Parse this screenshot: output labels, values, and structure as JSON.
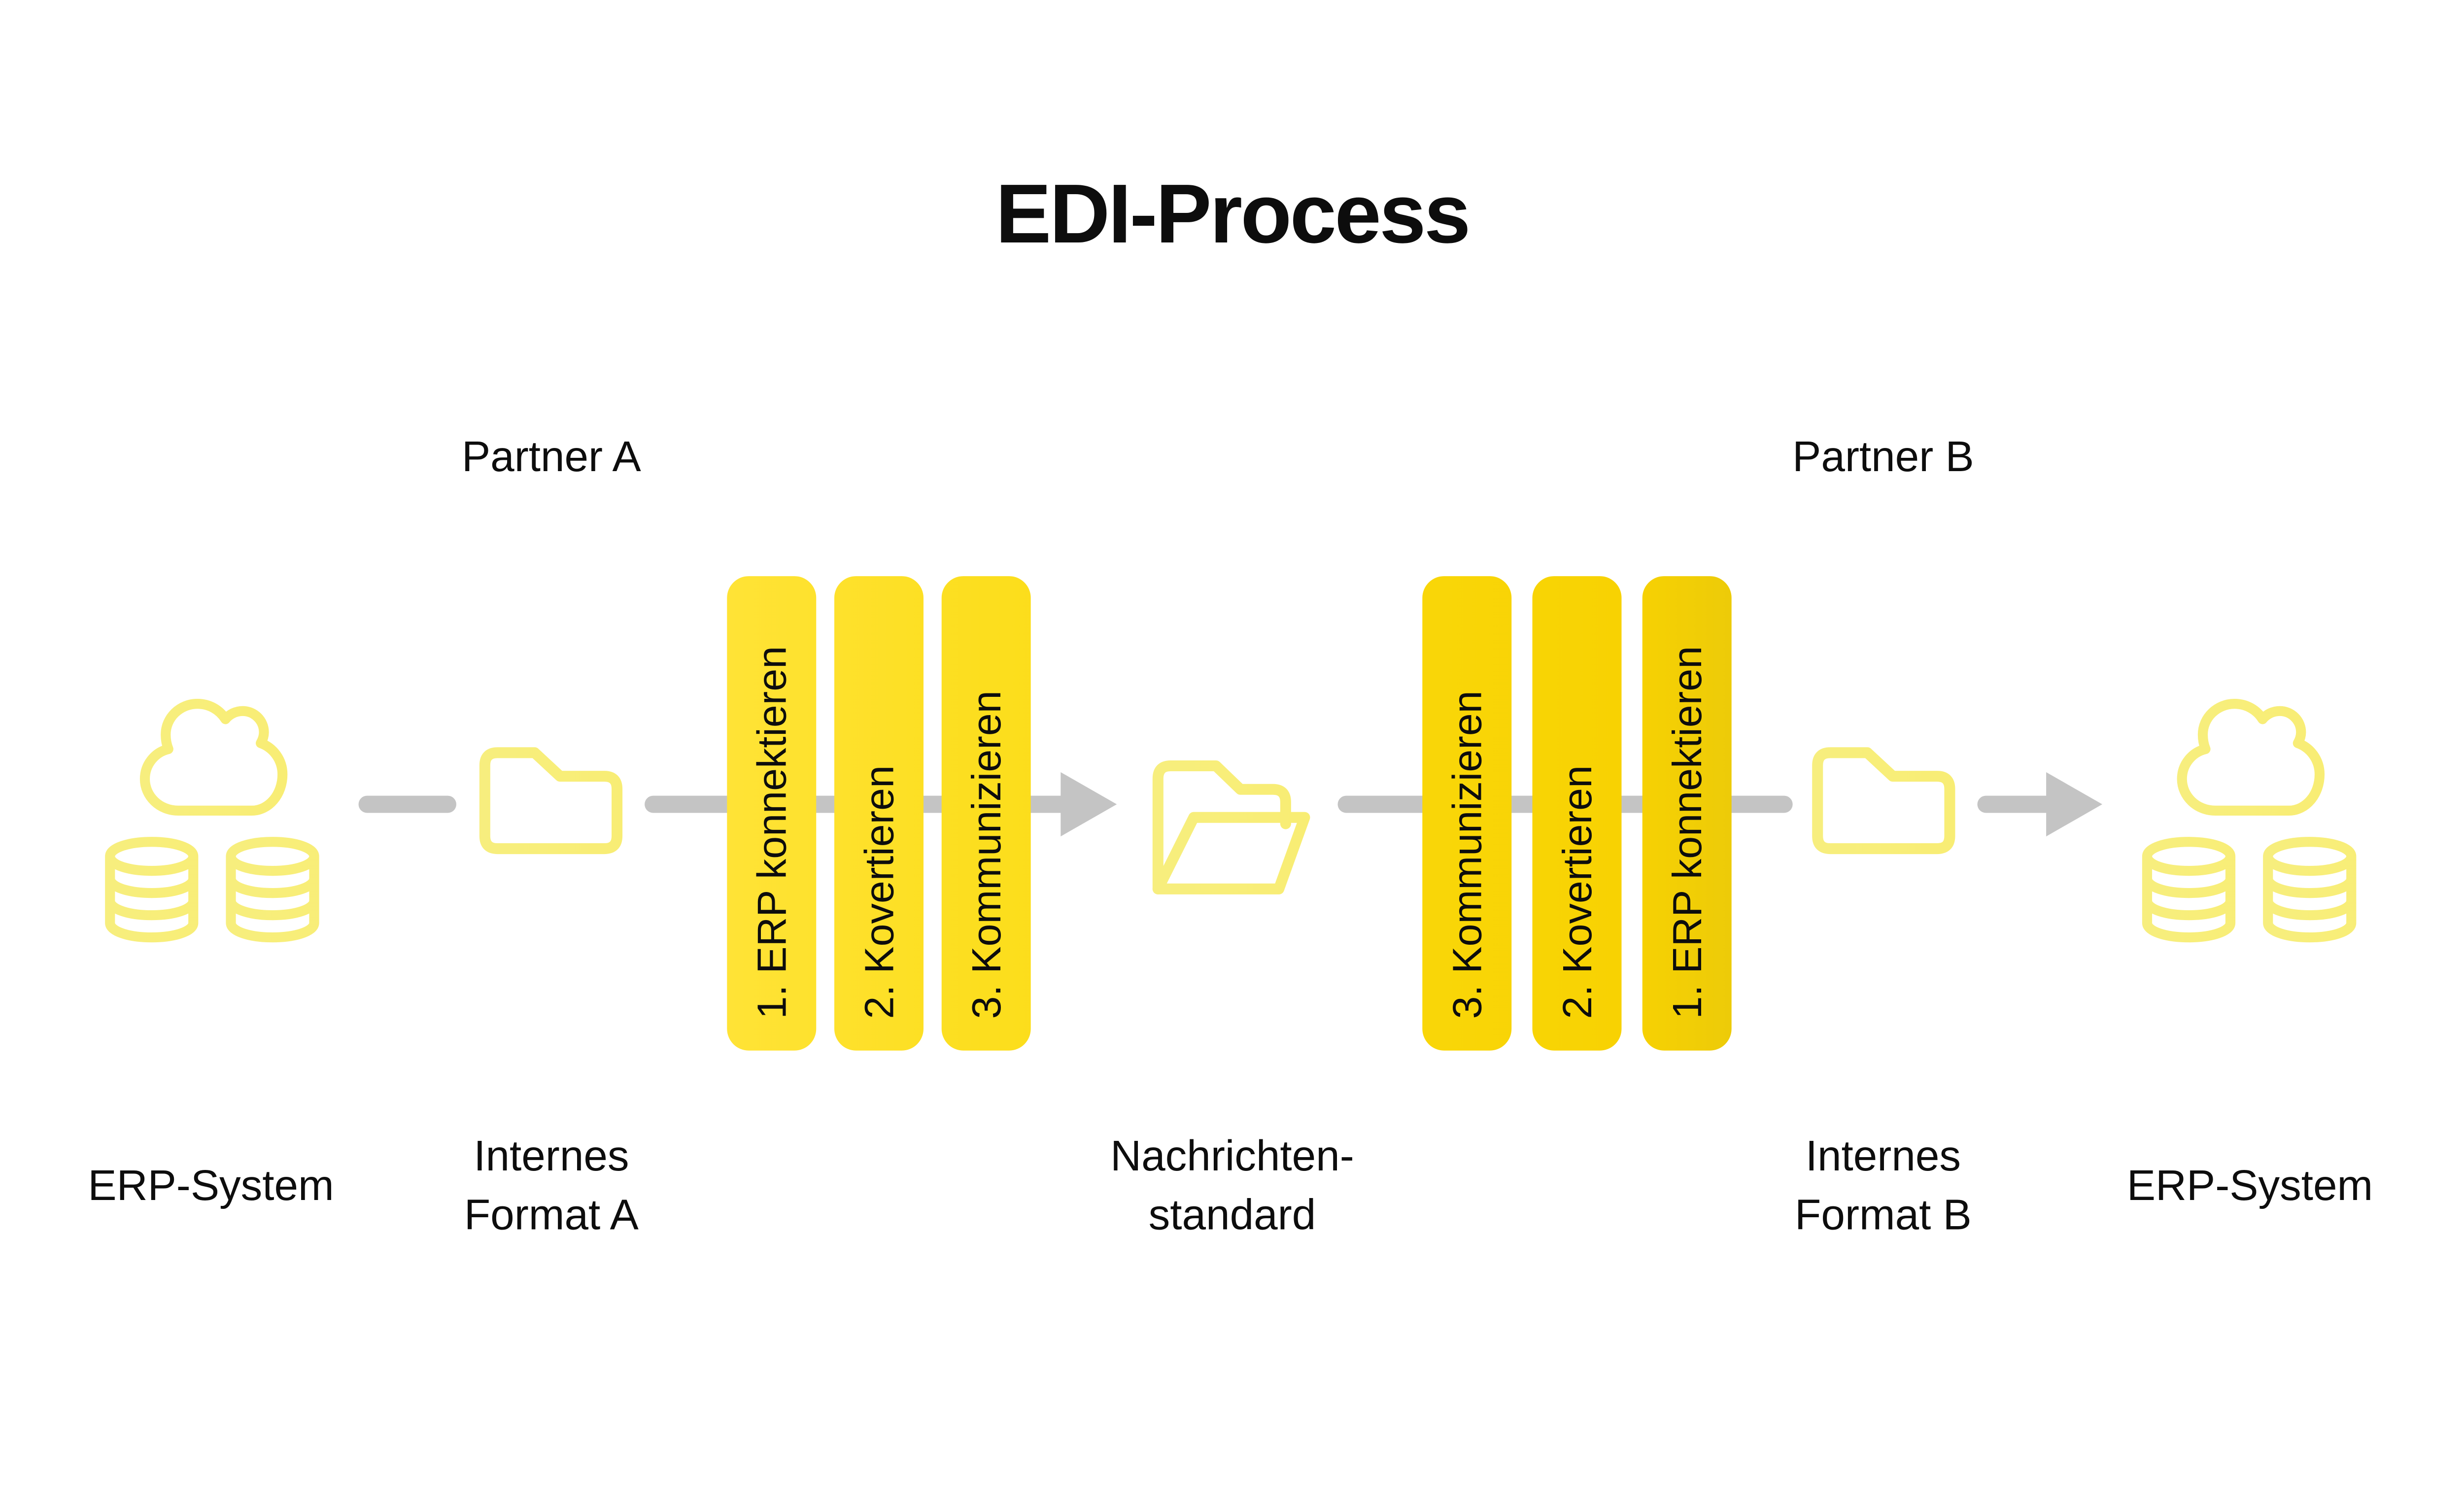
{
  "title": "EDI-Process",
  "partner_a": "Partner A",
  "partner_b": "Partner B",
  "pills_left": [
    "1. ERP konnektieren",
    "2. Kovertieren",
    "3. Kommunizieren"
  ],
  "pills_right": [
    "3. Kommunizieren",
    "2. Kovertieren",
    "1. ERP konnektieren"
  ],
  "labels": {
    "erp_system_left": "ERP-System",
    "internes_a_line1": "Internes",
    "internes_a_line2": "Format A",
    "nachrichten_line1": "Nachrichten-",
    "nachrichten_line2": "standard",
    "internes_b_line1": "Internes",
    "internes_b_line2": "Format B",
    "erp_system_right": "ERP-System"
  },
  "colors": {
    "text": "#0d0d0d",
    "arrow_gray": "#c4c4c4",
    "gradient_left_light_yellow": "#f8ee78",
    "gradient_yellow": "#ffe335",
    "gradient_center_gold": "#fada12",
    "gradient_deep_yellow": "#f8d202",
    "gradient_mustard": "#d2b60f",
    "gradient_right_olive": "#6e6306"
  },
  "icons": {
    "left_system": "cloud-with-databases",
    "format_a": "closed-folder",
    "standard": "open-folder",
    "format_b": "closed-folder",
    "right_system": "cloud-with-databases"
  }
}
